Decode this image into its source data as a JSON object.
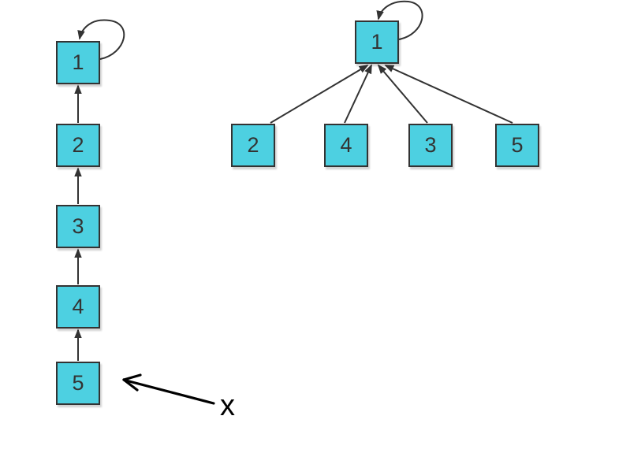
{
  "colors": {
    "background": "#ffffff",
    "node_fill": "#4dd0e1",
    "node_border": "#333333",
    "edge": "#333333",
    "annotation": "#000000"
  },
  "left_chain": {
    "nodes": [
      "1",
      "2",
      "3",
      "4",
      "5"
    ]
  },
  "right_tree": {
    "root": "1",
    "children": [
      "2",
      "4",
      "3",
      "5"
    ]
  },
  "annotation": {
    "label": "x"
  }
}
